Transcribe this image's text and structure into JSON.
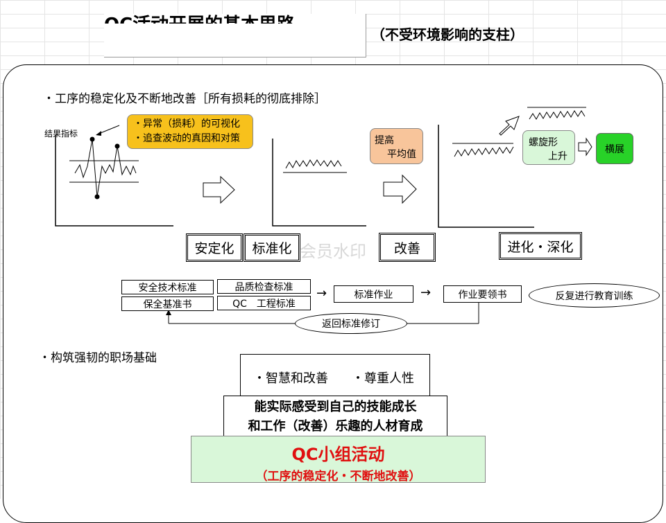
{
  "header": {
    "title": "QC活动开展的基本思路",
    "subtitle": "（不受环境影响的支柱）"
  },
  "section1": {
    "label": "・工序的稳定化及不断地改善［所有损耗的彻底排除］",
    "chart_label": "结果指标",
    "callout_line1": "・异常（损耗）的可视化",
    "callout_line2": "・追查波动的真因和对策",
    "raise_line1": "提高",
    "raise_line2": "平均值",
    "spiral_line1": "螺旋形",
    "spiral_line2": "上升",
    "expand": "横展",
    "stages": [
      "安定化",
      "标准化",
      "改善",
      "进化・深化"
    ],
    "watermark": "会员水印"
  },
  "standards": {
    "safety": "安全技术标准",
    "maintenance": "保全基准书",
    "quality": "品质检查标准",
    "qc_process": "QC　工程标准",
    "standard_work": "标准作业",
    "work_manual": "作业要领书",
    "education": "反复进行教育训练",
    "revise": "返回标准修订",
    "arrow": "→"
  },
  "section2": {
    "label": "・构筑强韧的职场基础",
    "pyramid_top_1": "・智慧和改善",
    "pyramid_top_2": "・尊重人性",
    "pyramid_mid_1": "能实际感受到自己的技能成长",
    "pyramid_mid_2": "和工作（改善）乐趣的人材育成",
    "qc_title": "QC小组活动",
    "qc_sub": "（工序的稳定化・不断地改善）"
  },
  "colors": {
    "orange": "#f7c11c",
    "peach": "#f8c59b",
    "light_green": "#d9f7d9",
    "green": "#28d228",
    "red": "#e01010"
  }
}
